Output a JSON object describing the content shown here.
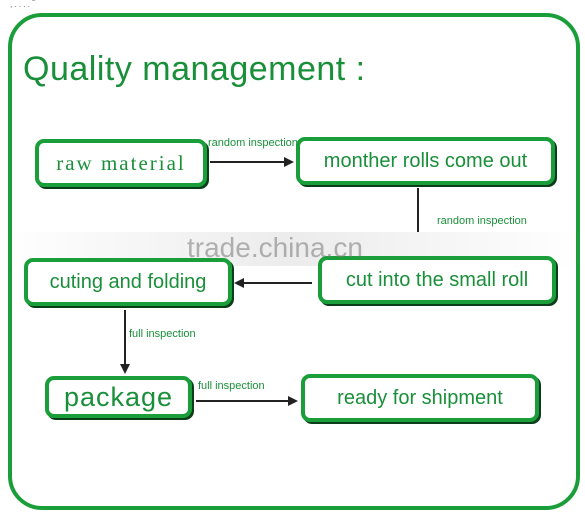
{
  "title": "Quality management :",
  "watermark": "trade.china.cn",
  "top_mark": ", . . . . ‾",
  "nodes": {
    "raw_material": "raw material",
    "monther_rolls": "monther rolls come out",
    "cut_small_roll": "cut into the small roll",
    "cuting_folding": "cuting and folding",
    "package": "package",
    "ready_shipment": "ready for shipment"
  },
  "edge_labels": {
    "raw_to_rolls": "random inspection",
    "rolls_to_cut": "random inspection",
    "folding_to_package": "full inspection",
    "package_to_ready": "full inspection"
  },
  "colors": {
    "green": "#1a9e3a",
    "text_green": "#1a8f3a",
    "arrow": "#222222"
  }
}
